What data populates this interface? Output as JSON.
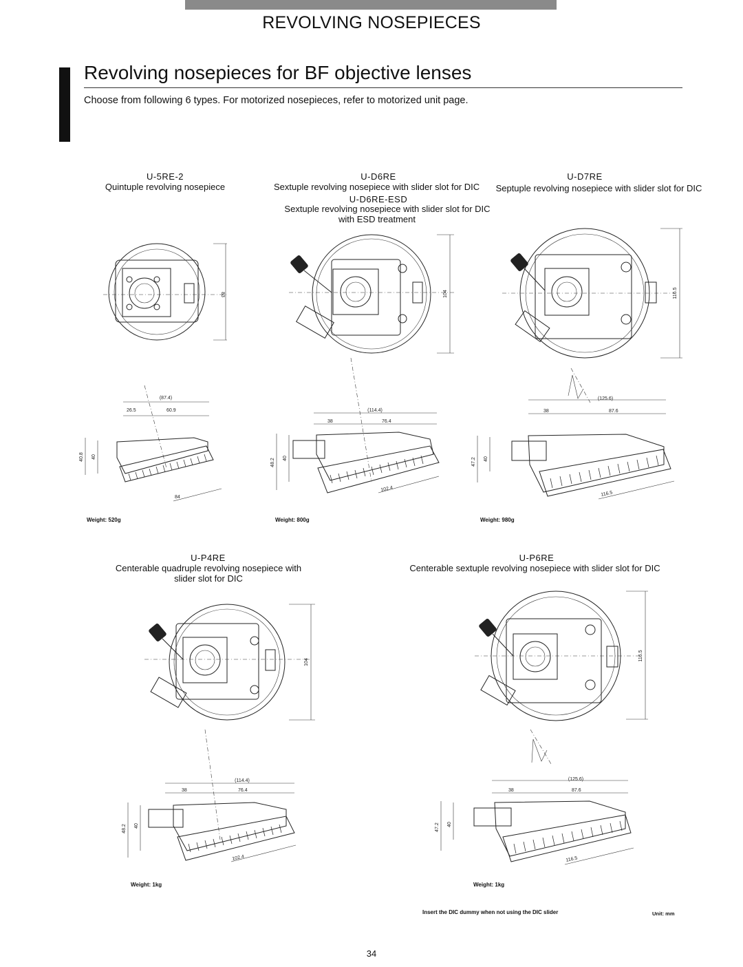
{
  "header": {
    "section_title": "REVOLVING NOSEPIECES",
    "page_heading": "Revolving nosepieces for BF objective lenses",
    "intro": "Choose from following 6 types.  For motorized nosepieces, refer to motorized unit page."
  },
  "products": {
    "u5re2": {
      "code": "U-5RE-2",
      "desc": "Quintuple revolving nosepiece",
      "weight": "Weight: 520g",
      "dims": {
        "height": "83",
        "w_total": "(87.4)",
        "w_left": "26.5",
        "w_right": "60.9",
        "h_outer": "40.8",
        "h_inner": "40",
        "diameter": "84"
      }
    },
    "ud6re": {
      "code": "U-D6RE",
      "desc": "Sextuple revolving nosepiece with slider slot for DIC",
      "code2": "U-D6RE-ESD",
      "desc2": "Sextuple revolving nosepiece with slider slot for DIC",
      "desc2b": "with ESD treatment",
      "weight": "Weight: 800g",
      "dims": {
        "height": "104",
        "w_total": "(114.4)",
        "w_left": "38",
        "w_right": "76.4",
        "h_outer": "48.2",
        "h_inner": "40",
        "diameter": "102.4"
      }
    },
    "ud7re": {
      "code": "U-D7RE",
      "desc": "Septuple revolving nosepiece with slider slot for DIC",
      "weight": "Weight: 980g",
      "dims": {
        "height": "116.5",
        "w_total": "(125.6)",
        "w_left": "38",
        "w_right": "87.6",
        "h_outer": "47.2",
        "h_inner": "40",
        "diameter": "116.5"
      }
    },
    "up4re": {
      "code": "U-P4RE",
      "desc": "Centerable quadruple revolving nosepiece with",
      "desc_b": "slider slot for DIC",
      "weight": "Weight: 1kg",
      "dims": {
        "height": "104",
        "w_total": "(114.4)",
        "w_left": "38",
        "w_right": "76.4",
        "h_outer": "48.2",
        "h_inner": "40",
        "diameter": "102.4"
      }
    },
    "up6re": {
      "code": "U-P6RE",
      "desc": "Centerable sextuple revolving nosepiece with slider slot for DIC",
      "weight": "Weight: 1kg",
      "dims": {
        "height": "116.5",
        "w_total": "(125.6)",
        "w_left": "38",
        "w_right": "87.6",
        "h_outer": "47.2",
        "h_inner": "40",
        "diameter": "116.5"
      }
    }
  },
  "footer": {
    "note": "Insert the DIC dummy when not using the DIC slider",
    "unit": "Unit: mm",
    "page_number": "34"
  }
}
